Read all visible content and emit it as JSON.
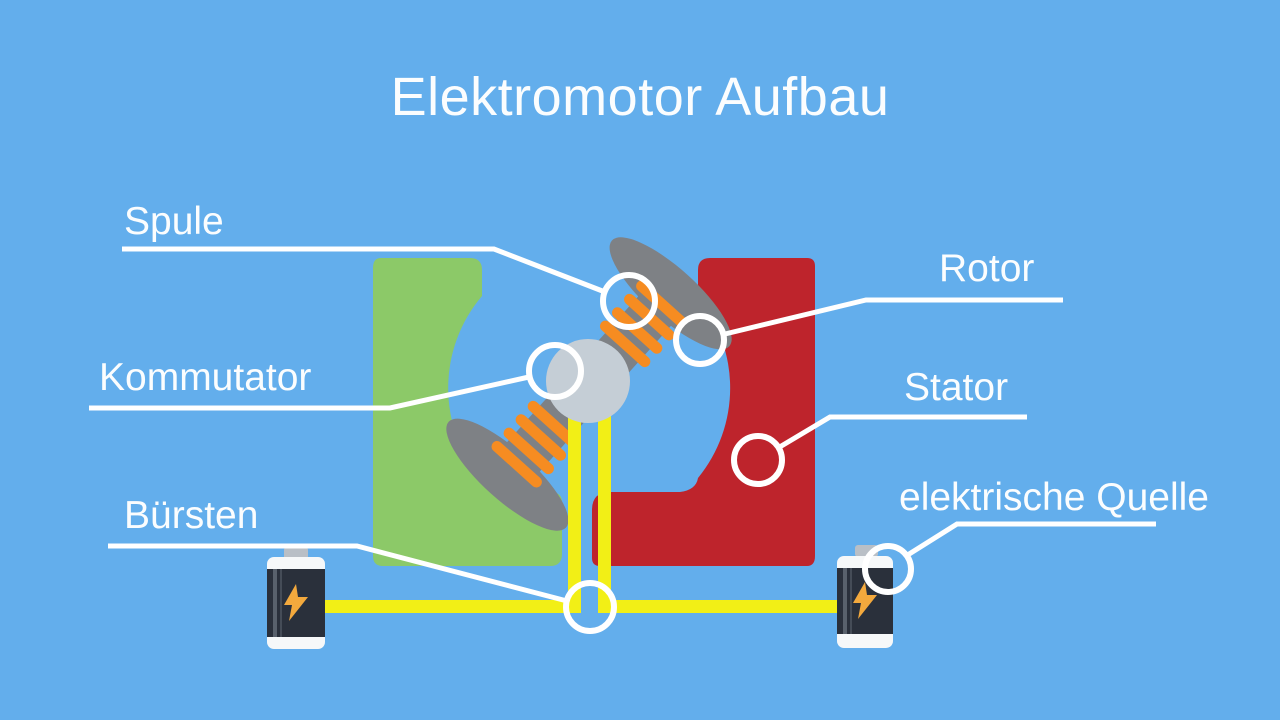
{
  "title": "Elektromotor Aufbau",
  "labels": {
    "spule": "Spule",
    "rotor": "Rotor",
    "kommutator": "Kommutator",
    "stator": "Stator",
    "buersten": "Bürsten",
    "quelle": "elektrische Quelle"
  },
  "diagram_parts": [
    "stator-left-half-green",
    "stator-right-half-red",
    "rotor-blades-gray",
    "coil-windings-orange",
    "commutator-silver",
    "brush-wires-yellow",
    "battery-left",
    "battery-right"
  ],
  "icons": {
    "battery_bolt": "lightning-bolt-icon"
  },
  "colors": {
    "bg": "#63AEEC",
    "text": "#FBFDFE",
    "line": "#FFFFFF",
    "green": "#8CC968",
    "red": "#BE242C",
    "rotor_gray": "#7E8185",
    "commutator": "#C5CED6",
    "winding": "#F68C21",
    "wire": "#F2EF16",
    "battery_body": "#2A303B",
    "battery_cap": "#F6F8F9",
    "battery_terminal": "#B9BFC6",
    "battery_stripe1": "#59616C",
    "battery_stripe2": "#454C57",
    "bolt": "#F3A93D"
  }
}
